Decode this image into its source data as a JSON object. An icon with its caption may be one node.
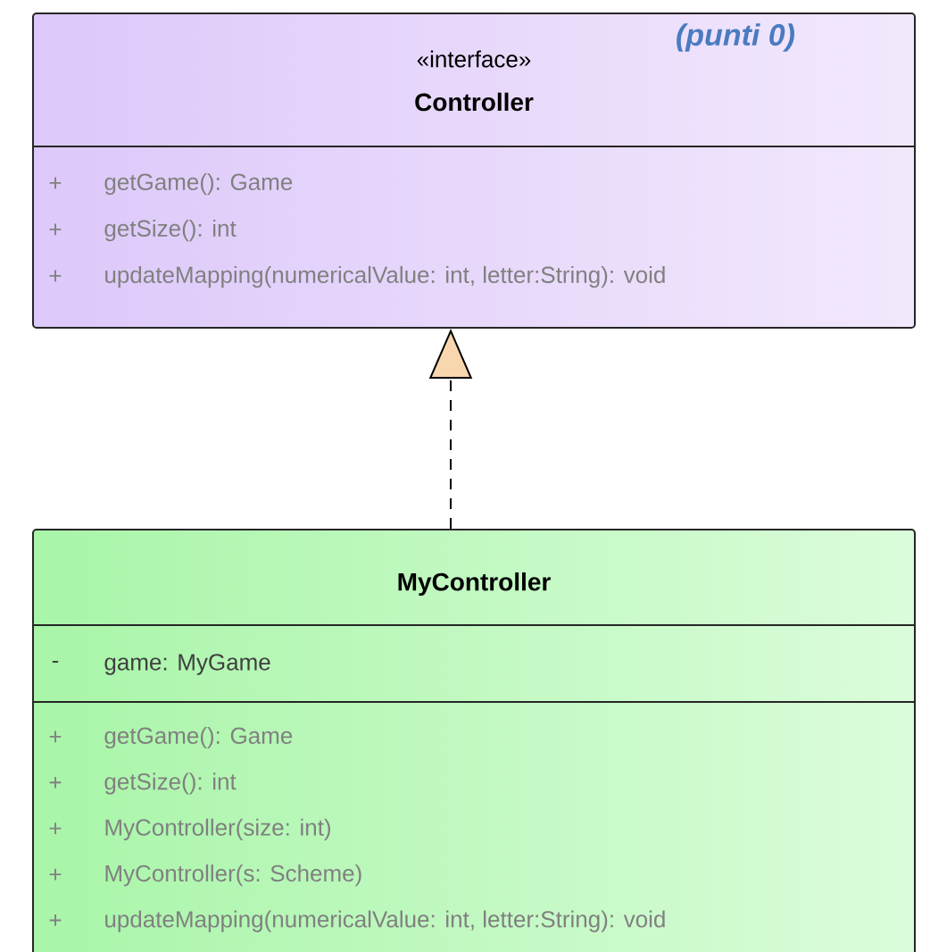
{
  "diagram": {
    "nodes": [
      {
        "text": [
          "«interface»",
          "Controller"
        ]
      },
      {
        "text": [
          "+",
          "getGame(): Game",
          "+",
          "getSize(): int",
          "+",
          "updateMapping(numericalValue: int, letter:String): void"
        ],
        "in": 0
      },
      {
        "text": [
          "MyController"
        ]
      },
      {
        "text": [
          "-",
          "game: MyGame"
        ],
        "in": 2
      },
      {
        "text": [
          "+",
          "getGame(): Game",
          "+",
          "getSize(): int",
          "+",
          "MyController(size: int)",
          "+",
          "MyController(s: Scheme)",
          "+",
          "updateMapping(numericalValue: int, letter:String): void"
        ],
        "in": 2
      }
    ],
    "edges": [
      {
        "from": 2,
        "to": 0,
        "arrow": "to",
        "style": "dashed"
      }
    ],
    "labels": [
      "(punti 0)"
    ]
  }
}
